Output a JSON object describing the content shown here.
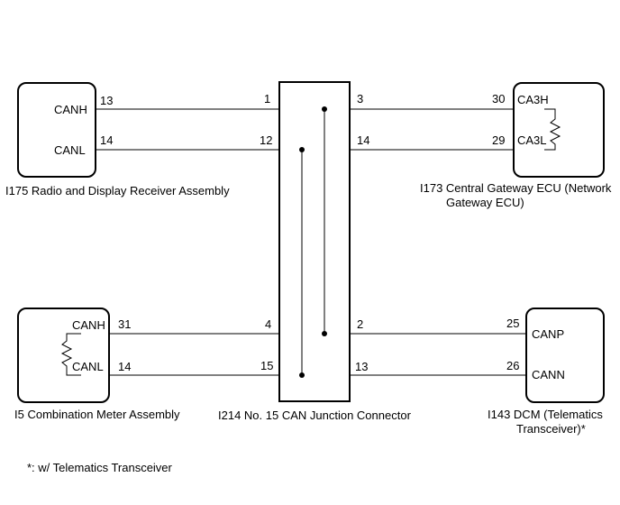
{
  "components": {
    "radio": {
      "caption": "I175  Radio and Display Receiver Assembly",
      "signal_h": "CANH",
      "signal_l": "CANL",
      "pin_h": "13",
      "pin_l": "14"
    },
    "gateway": {
      "caption_line1": "I173 Central Gateway ECU (Network",
      "caption_line2": "Gateway ECU)",
      "signal_h": "CA3H",
      "signal_l": "CA3L",
      "pin_h": "30",
      "pin_l": "29"
    },
    "meter": {
      "caption": "I5 Combination Meter Assembly",
      "signal_h": "CANH",
      "signal_l": "CANL",
      "pin_h": "31",
      "pin_l": "14"
    },
    "dcm": {
      "caption_line1": "I143  DCM (Telematics",
      "caption_line2": "Transceiver)*",
      "signal_p": "CANP",
      "signal_n": "CANN",
      "pin_p": "25",
      "pin_n": "26"
    },
    "junction": {
      "caption": "I214  No. 15 CAN Junction Connector",
      "pins": {
        "left_top_h": "1",
        "left_top_l": "12",
        "right_top_h": "3",
        "right_top_l": "14",
        "left_bottom_h": "4",
        "left_bottom_l": "15",
        "right_bottom_h": "2",
        "right_bottom_l": "13"
      }
    }
  },
  "footnote": "*: w/ Telematics Transceiver"
}
